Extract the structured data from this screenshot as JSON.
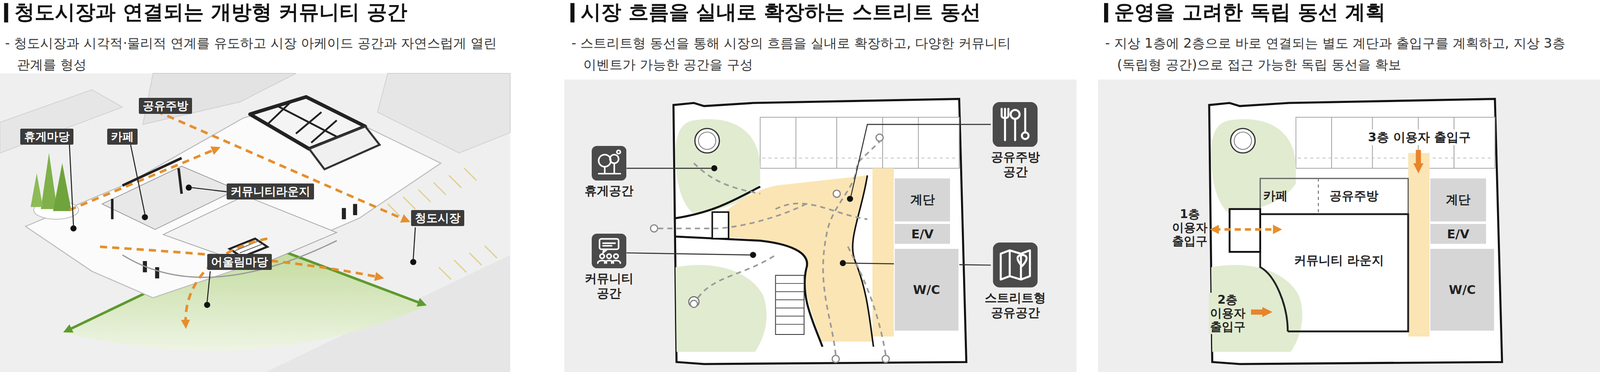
{
  "diagram": {
    "nodes": [
      {
        "text": [
          "공유주방"
        ]
      },
      {
        "text": [
          "휴게마당"
        ]
      },
      {
        "text": [
          "카페"
        ]
      },
      {
        "text": [
          "커뮤니티라운지"
        ]
      },
      {
        "text": [
          "청도시장"
        ]
      },
      {
        "text": [
          "어울림마당"
        ]
      },
      {
        "text": [
          "휴게공간"
        ]
      },
      {
        "text": [
          "커뮤니티 공간"
        ]
      },
      {
        "text": [
          "공유주방 공간"
        ]
      },
      {
        "text": [
          "스트리트형 공유공간"
        ]
      },
      {
        "text": [
          "계단"
        ]
      },
      {
        "text": [
          "E/V"
        ]
      },
      {
        "text": [
          "W/C"
        ]
      },
      {
        "text": [
          "계단"
        ]
      },
      {
        "text": [
          "E/V"
        ]
      },
      {
        "text": [
          "W/C"
        ]
      }
    ],
    "labels": [
      "청도시장과 연결되는 개방형 커뮤니티 공간",
      "- 청도시장과 시각적·물리적 연계를 유도하고 시장 아케이드 공간과 자연스럽게 열린 관계를 형성",
      "시장 흐름을 실내로 확장하는 스트리트 동선",
      "- 스트리트형 동선을 통해 시장의 흐름을 실내로 확장하고, 다양한 커뮤니티 이벤트가 가능한 공간을 구성",
      "운영을 고려한 독립 동선 계획",
      "- 지상 1층에 2층으로 바로 연결되는 별도 계단과 출입구를 계획하고, 지상 3층 (독립형 공간)으로 접근 가능한 독립 동선을 확보",
      "3층 이용자 출입구",
      "카페",
      "공유주방",
      "1층 이용자 출입구",
      "커뮤니티 라운지",
      "2층 이용자 출입구"
    ]
  }
}
